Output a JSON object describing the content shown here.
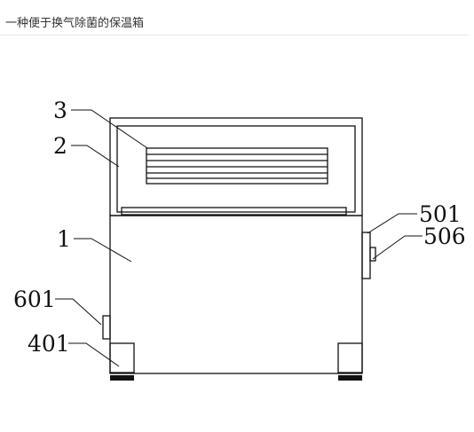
{
  "header": {
    "title": "一种便于换气除菌的保温箱"
  },
  "figure": {
    "labels": {
      "lid": "3",
      "lid_frame": "2",
      "box_body": "1",
      "side_vent": "501",
      "vent_knob": "506",
      "side_handle": "601",
      "foot": "401"
    }
  }
}
